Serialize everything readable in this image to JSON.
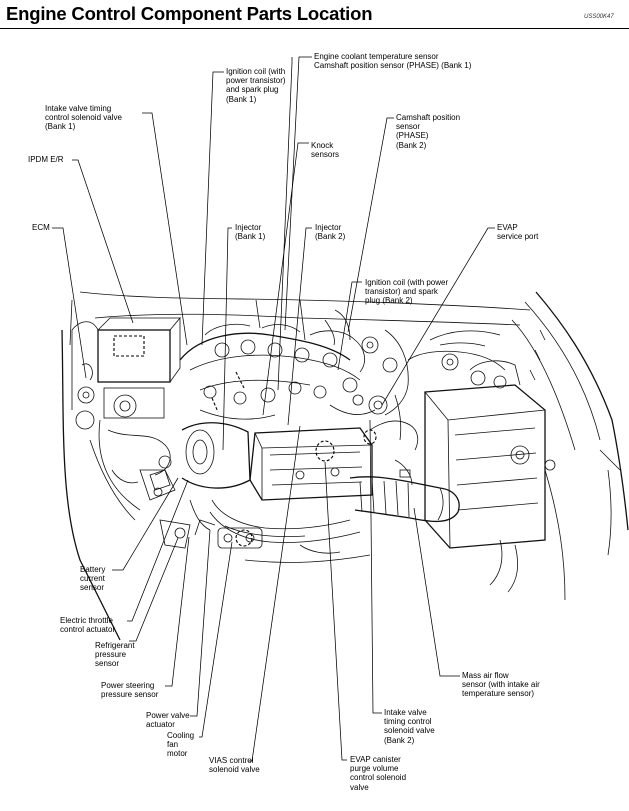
{
  "title": "Engine Control Component Parts Location",
  "figure_code": "USS00K47",
  "labels": {
    "coolant_camshaft_b1": "Engine coolant temperature sensor\nCamshaft position sensor (PHASE) (Bank 1)",
    "ignition_coil_b1": "Ignition coil (with\npower transistor)\nand spark plug\n(Bank 1)",
    "intake_valve_b1": "Intake valve timing\ncontrol solenoid valve\n(Bank 1)",
    "camshaft_b2": "Camshaft position\nsensor\n(PHASE)\n(Bank 2)",
    "knock_sensors": "Knock\nsensors",
    "ipdm": "IPDM E/R",
    "evap_port": "EVAP\nservice port",
    "ecm": "ECM",
    "injector_b1": "Injector\n(Bank 1)",
    "injector_b2": "Injector\n(Bank 2)",
    "ignition_coil_b2": "Ignition coil (with power\ntransistor) and spark\nplug (Bank 2)",
    "battery_current": "Battery\ncurrent\nsensor",
    "electric_throttle": "Electric throttle\ncontrol actuator",
    "refrigerant_pressure": "Refrigerant\npressure\nsensor",
    "mass_air_flow": "Mass air flow\nsensor (with intake air\ntemperature sensor)",
    "power_steering": "Power steering\npressure sensor",
    "power_valve": "Power valve\nactuator",
    "intake_valve_b2": "Intake valve\ntiming control\nsolenoid valve\n(Bank 2)",
    "cooling_fan": "Cooling\nfan\nmotor",
    "vias": "VIAS control\nsolenoid valve",
    "evap_canister": "EVAP canister\npurge volume\ncontrol solenoid\nvalve"
  }
}
